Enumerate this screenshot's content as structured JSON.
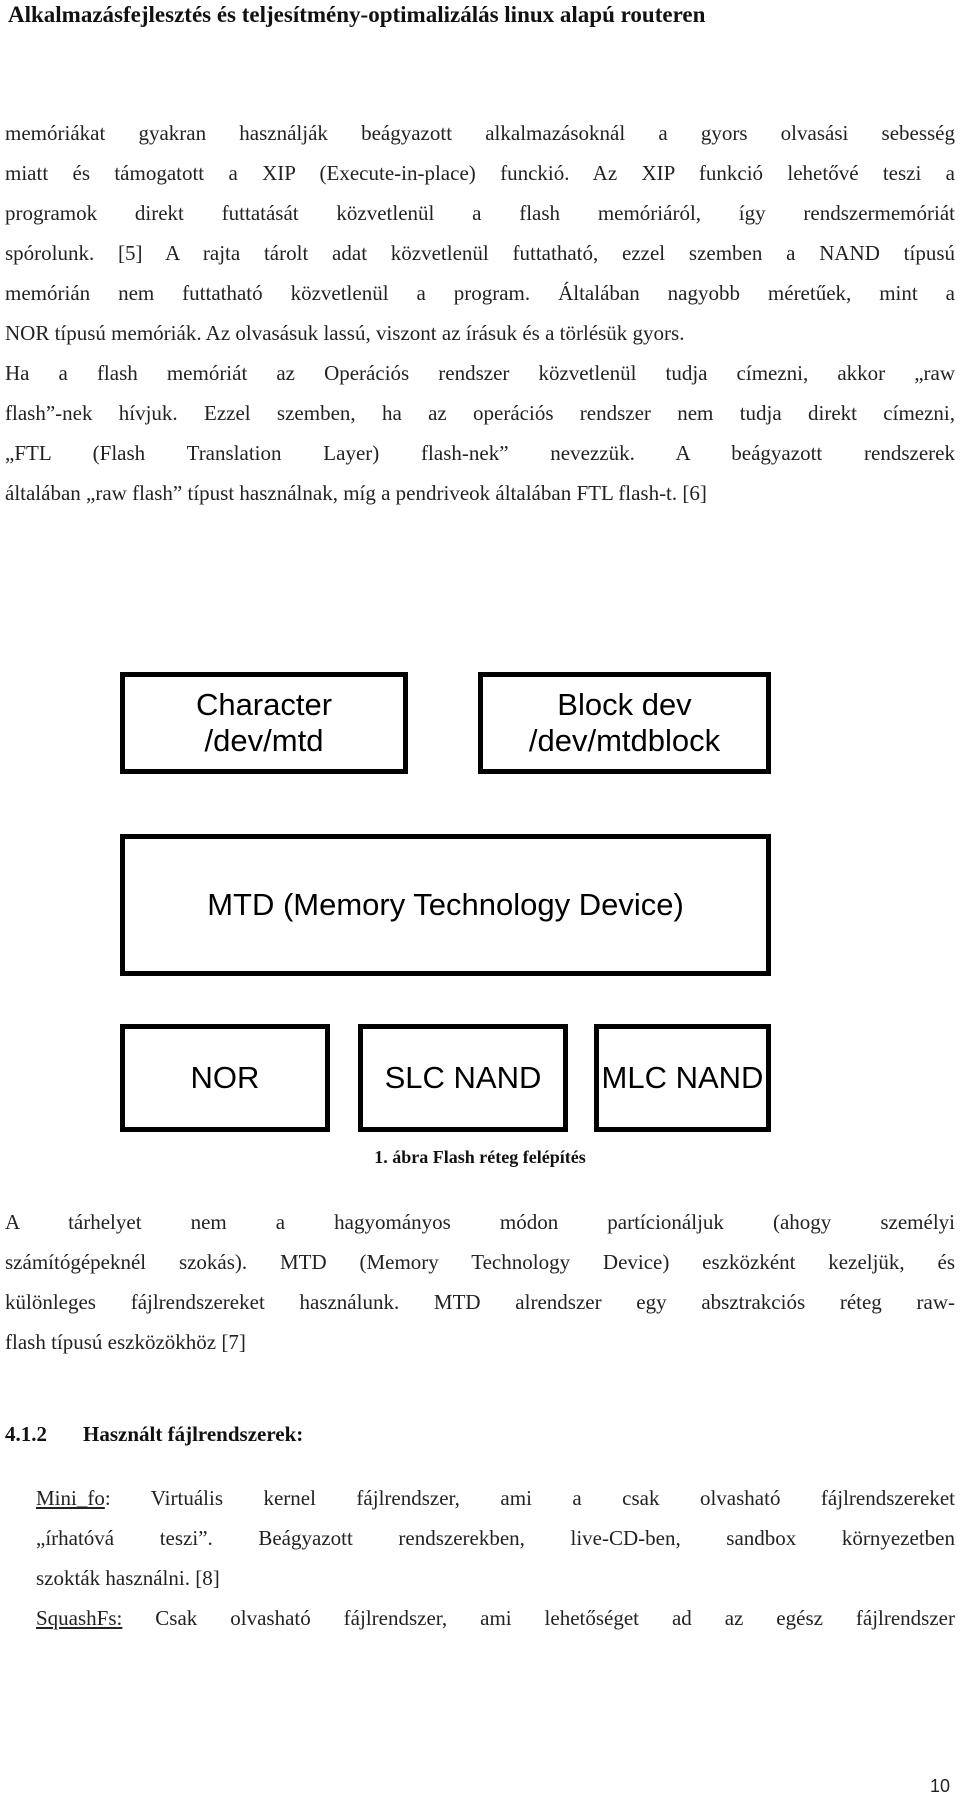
{
  "header": {
    "title": "Alkalmazásfejlesztés és teljesítmény-optimalizálás linux alapú routeren"
  },
  "paragraph1": {
    "lines": [
      "memóriákat gyakran használják beágyazott alkalmazásoknál a gyors olvasási sebesség",
      "miatt és támogatott a XIP (Execute-in-place) funckió. Az XIP funkció lehetővé teszi a",
      "programok direkt futtatását közvetlenül a flash memóriáról, így rendszermemóriát",
      "spórolunk. [5] A rajta tárolt adat közvetlenül futtatható, ezzel szemben a NAND típusú",
      "memórián nem futtatható közvetlenül a program. Általában nagyobb méretűek, mint a",
      "NOR típusú memóriák. Az olvasásuk lassú, viszont az írásuk és a törlésük gyors.",
      "Ha a flash memóriát az Operációs rendszer közvetlenül tudja címezni, akkor „raw",
      "flash”-nek hívjuk. Ezzel szemben, ha az operációs rendszer nem tudja direkt címezni,",
      "„FTL (Flash Translation Layer) flash-nek” nevezzük. A beágyazott rendszerek",
      "általában „raw flash” típust használnak, míg a pendriveok általában FTL flash-t. [6]"
    ]
  },
  "diagram": {
    "boxes": {
      "character": "Character\n/dev/mtd",
      "block": "Block dev\n/dev/mtdblock",
      "mtd": "MTD (Memory Technology Device)",
      "nor": "NOR",
      "slc": "SLC NAND",
      "mlc": "MLC NAND"
    },
    "caption": "1. ábra Flash réteg felépítés"
  },
  "paragraph2": {
    "lines": [
      "A tárhelyet nem a hagyományos módon partícionáljuk (ahogy személyi",
      "számítógépeknél szokás). MTD (Memory Technology Device) eszközként kezeljük, és",
      "különleges fájlrendszereket használunk. MTD alrendszer egy absztrakciós réteg raw-",
      "flash típusú eszközökhöz [7]"
    ]
  },
  "section": {
    "number": "4.1.2",
    "title": "Használt fájlrendszerek:"
  },
  "filesystems": {
    "mini_fo": {
      "term": "Mini_fo",
      "line1_rest": ": Virtuális kernel fájlrendszer, ami a csak olvasható fájlrendszereket",
      "line2": "„írhatóvá teszi”. Beágyazott rendszerekben, live-CD-ben, sandbox környezetben",
      "line3": "szokták használni. [8]"
    },
    "squashfs": {
      "term": "SquashFs:",
      "line1_rest": " Csak olvasható fájlrendszer, ami lehetőséget ad az egész fájlrendszer"
    }
  },
  "footer": {
    "page_number": "10"
  }
}
